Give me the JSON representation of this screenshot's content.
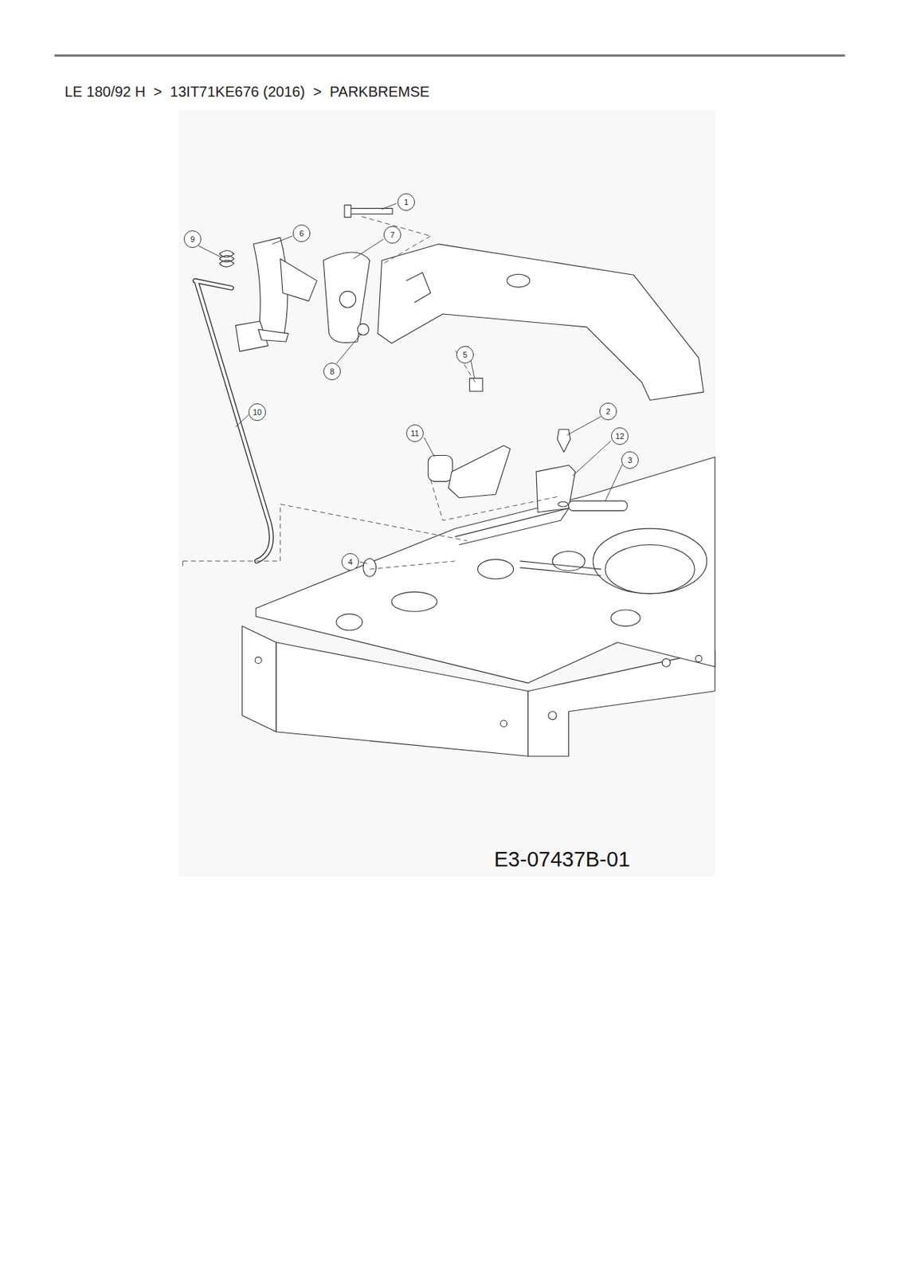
{
  "diagram": {
    "title": "LE 180/92 H  >  13IT71KE676 (2016)  >  PARKBREMSE",
    "labels": [
      "1",
      "9",
      "6",
      "7",
      "5",
      "8",
      "10",
      "2",
      "11",
      "12",
      "3",
      "4",
      "E3-07437B-01"
    ]
  }
}
